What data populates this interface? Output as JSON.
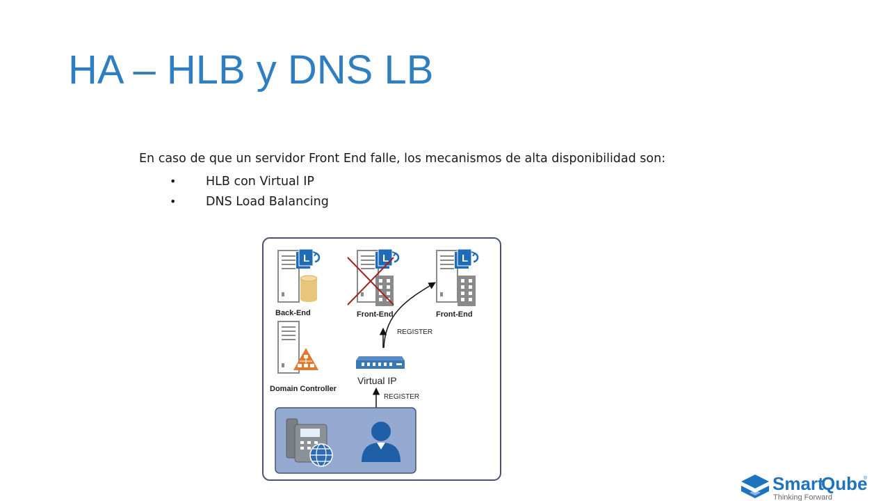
{
  "slide": {
    "title": "HA – HLB y DNS LB",
    "intro": "En caso de que un servidor Front End falle, los mecanismos de alta disponibilidad son:",
    "bullets": [
      "HLB con Virtual IP",
      "DNS Load Balancing"
    ],
    "bullet_glyph": "•"
  },
  "diagram": {
    "labels": {
      "backend": "Back-End",
      "frontend_failed": "Front-End",
      "frontend_active": "Front-End",
      "domain_controller": "Domain Controller",
      "virtual_ip": "Virtual IP",
      "register_top": "REGISTER",
      "register_bottom": "REGISTER"
    },
    "lync_letter": "L",
    "colors": {
      "frame": "#4a5273",
      "client_panel": "#93A9CF",
      "server_gray": "#8a8a8a",
      "lync_blue": "#1F6BB5",
      "failure_red": "#A02020",
      "db_yellow": "#E8C57A",
      "dc_orange": "#E07A2E",
      "switch_blue": "#3A78B5",
      "person_blue": "#1F5FA8"
    }
  },
  "logo": {
    "name_part1": "Smart",
    "name_part2": "Qube",
    "registered": "®",
    "tagline": "Thinking Forward",
    "colors": {
      "blue": "#1E73BE",
      "gray": "#6b6b6b"
    }
  }
}
